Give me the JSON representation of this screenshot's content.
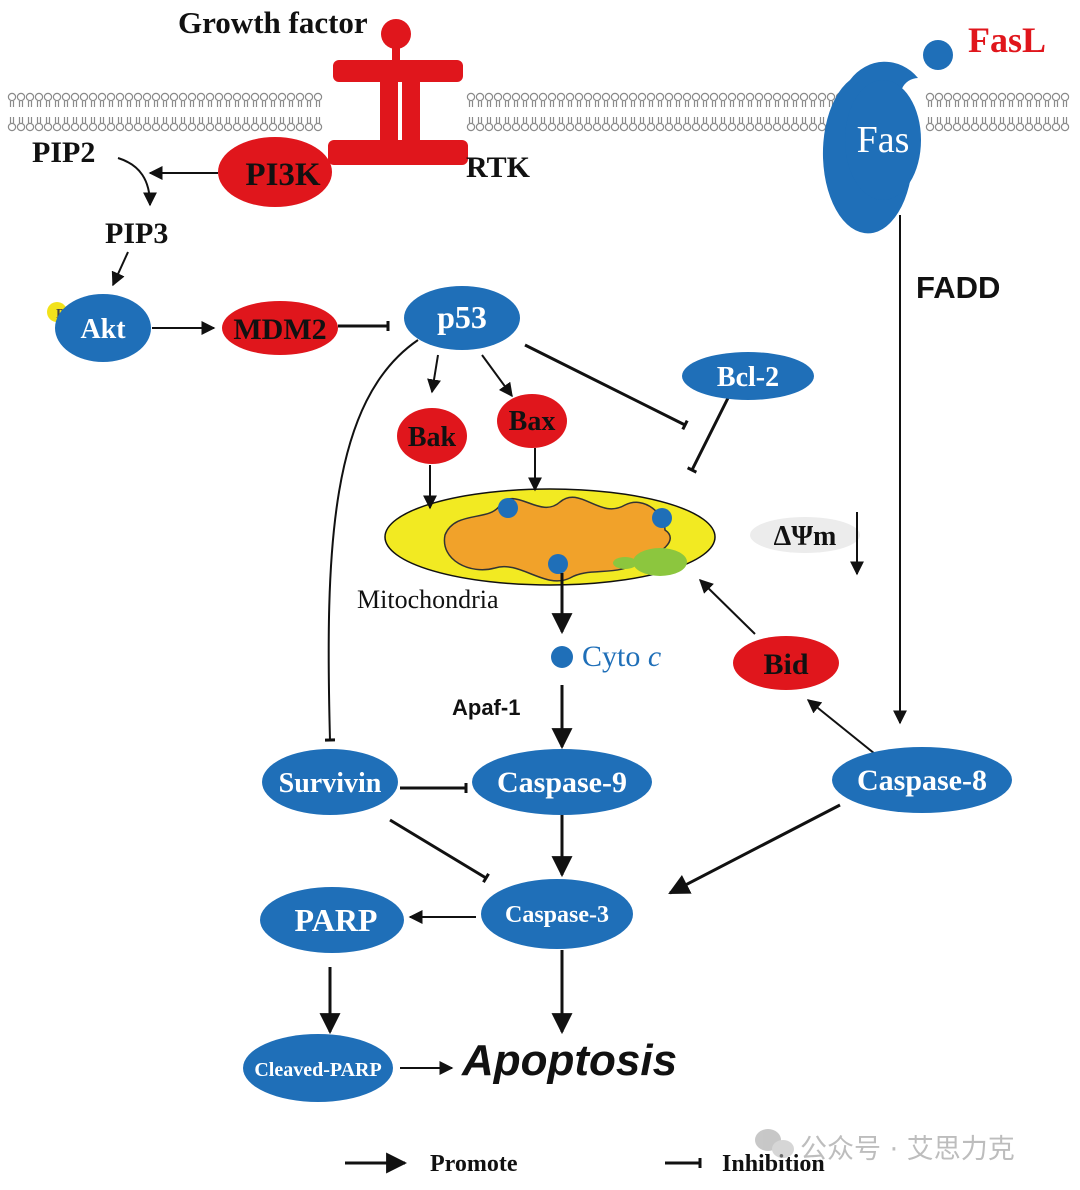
{
  "colors": {
    "blue": "#1f6fb8",
    "red": "#e0161c",
    "yellow": "#f2ea22",
    "orange": "#f1a22a",
    "green": "#8cc63e",
    "black": "#111111",
    "membrane": "#8a8a8a"
  },
  "labels": {
    "growth_factor": "Growth factor",
    "fasl": "FasL",
    "fas": "Fas",
    "pip2": "PIP2",
    "pip3": "PIP3",
    "pi3k": "PI3K",
    "rtk": "RTK",
    "fadd": "FADD",
    "akt": "Akt",
    "akt_p": "P",
    "mdm2": "MDM2",
    "p53": "p53",
    "bcl2": "Bcl-2",
    "bak": "Bak",
    "bax": "Bax",
    "delta_psi": "ΔΨm",
    "mitochondria": "Mitochondria",
    "cyto_c": "Cyto ",
    "cyto_c_italic": "c",
    "bid": "Bid",
    "apaf1": "Apaf-1",
    "survivin": "Survivin",
    "caspase9": "Caspase-9",
    "caspase8": "Caspase-8",
    "caspase3": "Caspase-3",
    "parp": "PARP",
    "cleaved_parp": "Cleaved-PARP",
    "apoptosis": "Apoptosis"
  },
  "legend": {
    "promote": "Promote",
    "inhibition": "Inhibition"
  },
  "watermark": {
    "text": "公众号 · 艾思力克",
    "icon": "wechat-icon"
  }
}
